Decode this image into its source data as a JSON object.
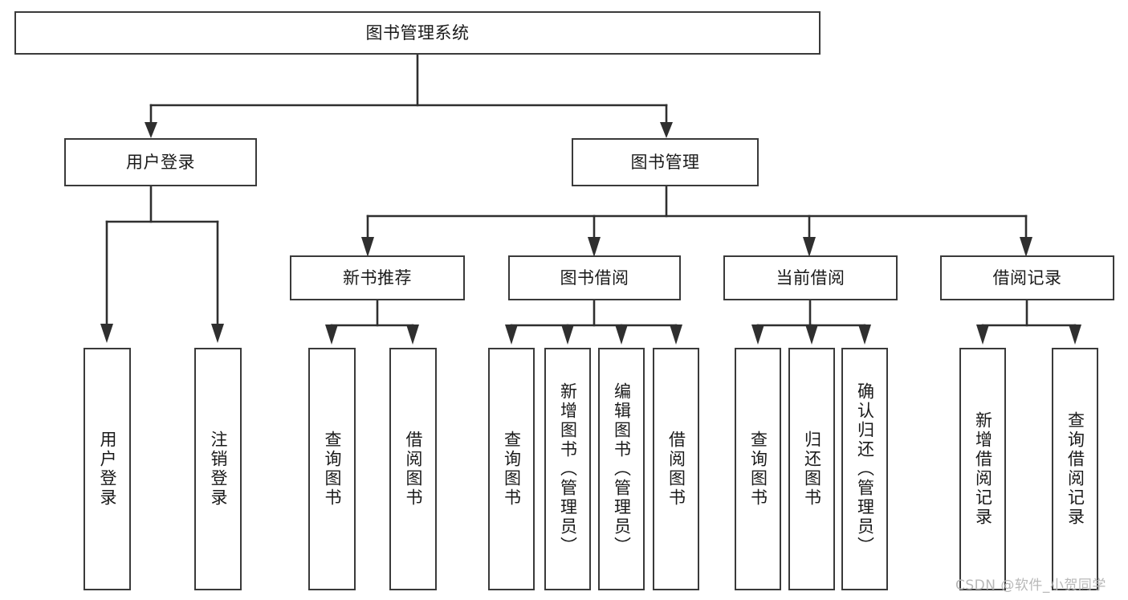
{
  "diagram": {
    "type": "tree-hierarchy-chart",
    "title": "图书管理系统",
    "orientation": "top-down",
    "colors": {
      "box_border": "#3a3a3a",
      "box_fill": "#ffffff",
      "connector": "#2f2f2f",
      "text": "#1a1a1a",
      "watermark": "#b8b8b8",
      "background": "#ffffff"
    },
    "root": {
      "id": "root",
      "label": "图书管理系统",
      "orientation": "horizontal"
    },
    "level2": [
      {
        "id": "user-login",
        "label": "用户登录",
        "orientation": "horizontal"
      },
      {
        "id": "book-manage",
        "label": "图书管理",
        "orientation": "horizontal"
      }
    ],
    "level3": [
      {
        "id": "new-book-recommend",
        "label": "新书推荐",
        "orientation": "horizontal"
      },
      {
        "id": "book-borrow",
        "label": "图书借阅",
        "orientation": "horizontal"
      },
      {
        "id": "current-borrow",
        "label": "当前借阅",
        "orientation": "horizontal"
      },
      {
        "id": "borrow-record",
        "label": "借阅记录",
        "orientation": "horizontal"
      }
    ],
    "leaves": {
      "user-login": [
        {
          "id": "leaf-user-login",
          "label": "用户登录",
          "orientation": "vertical"
        },
        {
          "id": "leaf-user-logout",
          "label": "注销登录",
          "orientation": "vertical"
        }
      ],
      "new-book-recommend": [
        {
          "id": "leaf-query-book-1",
          "label": "查询图书",
          "orientation": "vertical"
        },
        {
          "id": "leaf-borrow-book-1",
          "label": "借阅图书",
          "orientation": "vertical"
        }
      ],
      "book-borrow": [
        {
          "id": "leaf-query-book-2",
          "label": "查询图书",
          "orientation": "vertical"
        },
        {
          "id": "leaf-add-book",
          "label": "新增图书（管理员）",
          "orientation": "vertical"
        },
        {
          "id": "leaf-edit-book",
          "label": "编辑图书（管理员）",
          "orientation": "vertical"
        },
        {
          "id": "leaf-borrow-book-2",
          "label": "借阅图书",
          "orientation": "vertical"
        }
      ],
      "current-borrow": [
        {
          "id": "leaf-query-book-3",
          "label": "查询图书",
          "orientation": "vertical"
        },
        {
          "id": "leaf-return-book",
          "label": "归还图书",
          "orientation": "vertical"
        },
        {
          "id": "leaf-confirm-return",
          "label": "确认归还（管理员）",
          "orientation": "vertical"
        }
      ],
      "borrow-record": [
        {
          "id": "leaf-add-record",
          "label": "新增借阅记录",
          "orientation": "vertical"
        },
        {
          "id": "leaf-query-record",
          "label": "查询借阅记录",
          "orientation": "vertical"
        }
      ]
    }
  },
  "watermark": {
    "text": "CSDN @软件_小贺同学"
  }
}
